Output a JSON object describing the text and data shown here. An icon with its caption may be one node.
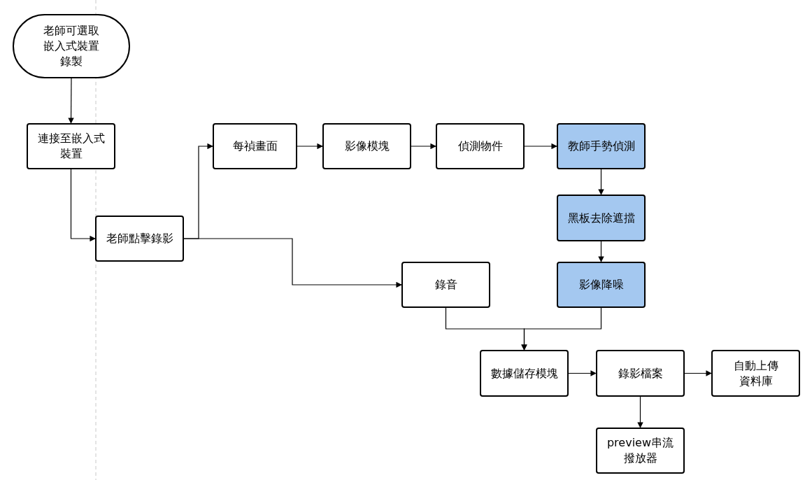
{
  "diagram": {
    "nodes": [
      {
        "text": [
          "老師可選取嵌入式裝置錄製"
        ]
      },
      {
        "text": [
          "連接至嵌入式裝置"
        ]
      },
      {
        "text": [
          "老師點擊錄影"
        ]
      },
      {
        "text": [
          "每禎畫面"
        ]
      },
      {
        "text": [
          "影像模塊"
        ]
      },
      {
        "text": [
          "偵測物件"
        ]
      },
      {
        "text": [
          "教師手勢偵測"
        ]
      },
      {
        "text": [
          "黑板去除遮擋"
        ]
      },
      {
        "text": [
          "錄音"
        ]
      },
      {
        "text": [
          "影像降噪"
        ]
      },
      {
        "text": [
          "數據儲存模塊"
        ]
      },
      {
        "text": [
          "錄影檔案"
        ]
      },
      {
        "text": [
          "自動上傳資料庫"
        ]
      },
      {
        "text": [
          "preview串流撥放器"
        ]
      }
    ],
    "edges": [
      {
        "from": 0,
        "to": 1,
        "arrow": "to"
      },
      {
        "from": 1,
        "to": 2,
        "arrow": "to"
      },
      {
        "from": 2,
        "to": 3,
        "arrow": "to"
      },
      {
        "from": 2,
        "to": 8,
        "arrow": "to"
      },
      {
        "from": 3,
        "to": 4,
        "arrow": "to"
      },
      {
        "from": 4,
        "to": 5,
        "arrow": "to"
      },
      {
        "from": 5,
        "to": 6,
        "arrow": "to"
      },
      {
        "from": 6,
        "to": 7,
        "arrow": "to"
      },
      {
        "from": 7,
        "to": 9,
        "arrow": "to"
      },
      {
        "from": 8,
        "to": 10,
        "arrow": "to"
      },
      {
        "from": 9,
        "to": 10,
        "arrow": "to"
      },
      {
        "from": 10,
        "to": 11,
        "arrow": "to"
      },
      {
        "from": 11,
        "to": 12,
        "arrow": "to"
      },
      {
        "from": 11,
        "to": 13,
        "arrow": "to"
      }
    ]
  }
}
